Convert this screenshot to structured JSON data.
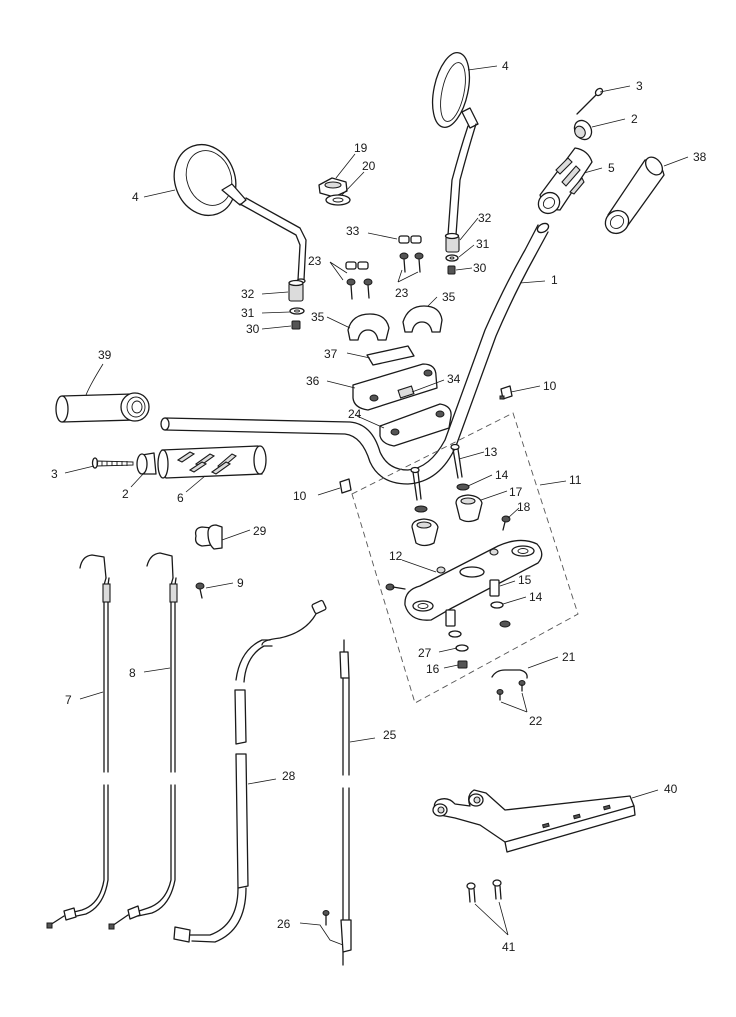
{
  "diagram": {
    "callouts": [
      {
        "id": "c4a",
        "label": "4"
      },
      {
        "id": "c4b",
        "label": "4"
      },
      {
        "id": "c3a",
        "label": "3"
      },
      {
        "id": "c2a",
        "label": "2"
      },
      {
        "id": "c5",
        "label": "5"
      },
      {
        "id": "c38",
        "label": "38"
      },
      {
        "id": "c19",
        "label": "19"
      },
      {
        "id": "c20",
        "label": "20"
      },
      {
        "id": "c33",
        "label": "33"
      },
      {
        "id": "c23a",
        "label": "23"
      },
      {
        "id": "c23b",
        "label": "23"
      },
      {
        "id": "c32a",
        "label": "32"
      },
      {
        "id": "c32b",
        "label": "32"
      },
      {
        "id": "c31a",
        "label": "31"
      },
      {
        "id": "c31b",
        "label": "31"
      },
      {
        "id": "c30a",
        "label": "30"
      },
      {
        "id": "c30b",
        "label": "30"
      },
      {
        "id": "c35a",
        "label": "35"
      },
      {
        "id": "c35b",
        "label": "35"
      },
      {
        "id": "c1",
        "label": "1"
      },
      {
        "id": "c39",
        "label": "39"
      },
      {
        "id": "c37",
        "label": "37"
      },
      {
        "id": "c36",
        "label": "36"
      },
      {
        "id": "c34",
        "label": "34"
      },
      {
        "id": "c24",
        "label": "24"
      },
      {
        "id": "c10a",
        "label": "10"
      },
      {
        "id": "c10b",
        "label": "10"
      },
      {
        "id": "c3b",
        "label": "3"
      },
      {
        "id": "c2b",
        "label": "2"
      },
      {
        "id": "c6",
        "label": "6"
      },
      {
        "id": "c13",
        "label": "13"
      },
      {
        "id": "c14a",
        "label": "14"
      },
      {
        "id": "c14b",
        "label": "14"
      },
      {
        "id": "c11",
        "label": "11"
      },
      {
        "id": "c17",
        "label": "17"
      },
      {
        "id": "c18",
        "label": "18"
      },
      {
        "id": "c29",
        "label": "29"
      },
      {
        "id": "c12",
        "label": "12"
      },
      {
        "id": "c9",
        "label": "9"
      },
      {
        "id": "c15",
        "label": "15"
      },
      {
        "id": "c27",
        "label": "27"
      },
      {
        "id": "c16",
        "label": "16"
      },
      {
        "id": "c21",
        "label": "21"
      },
      {
        "id": "c22",
        "label": "22"
      },
      {
        "id": "c7",
        "label": "7"
      },
      {
        "id": "c8",
        "label": "8"
      },
      {
        "id": "c25",
        "label": "25"
      },
      {
        "id": "c28",
        "label": "28"
      },
      {
        "id": "c40",
        "label": "40"
      },
      {
        "id": "c26",
        "label": "26"
      },
      {
        "id": "c41",
        "label": "41"
      }
    ]
  }
}
